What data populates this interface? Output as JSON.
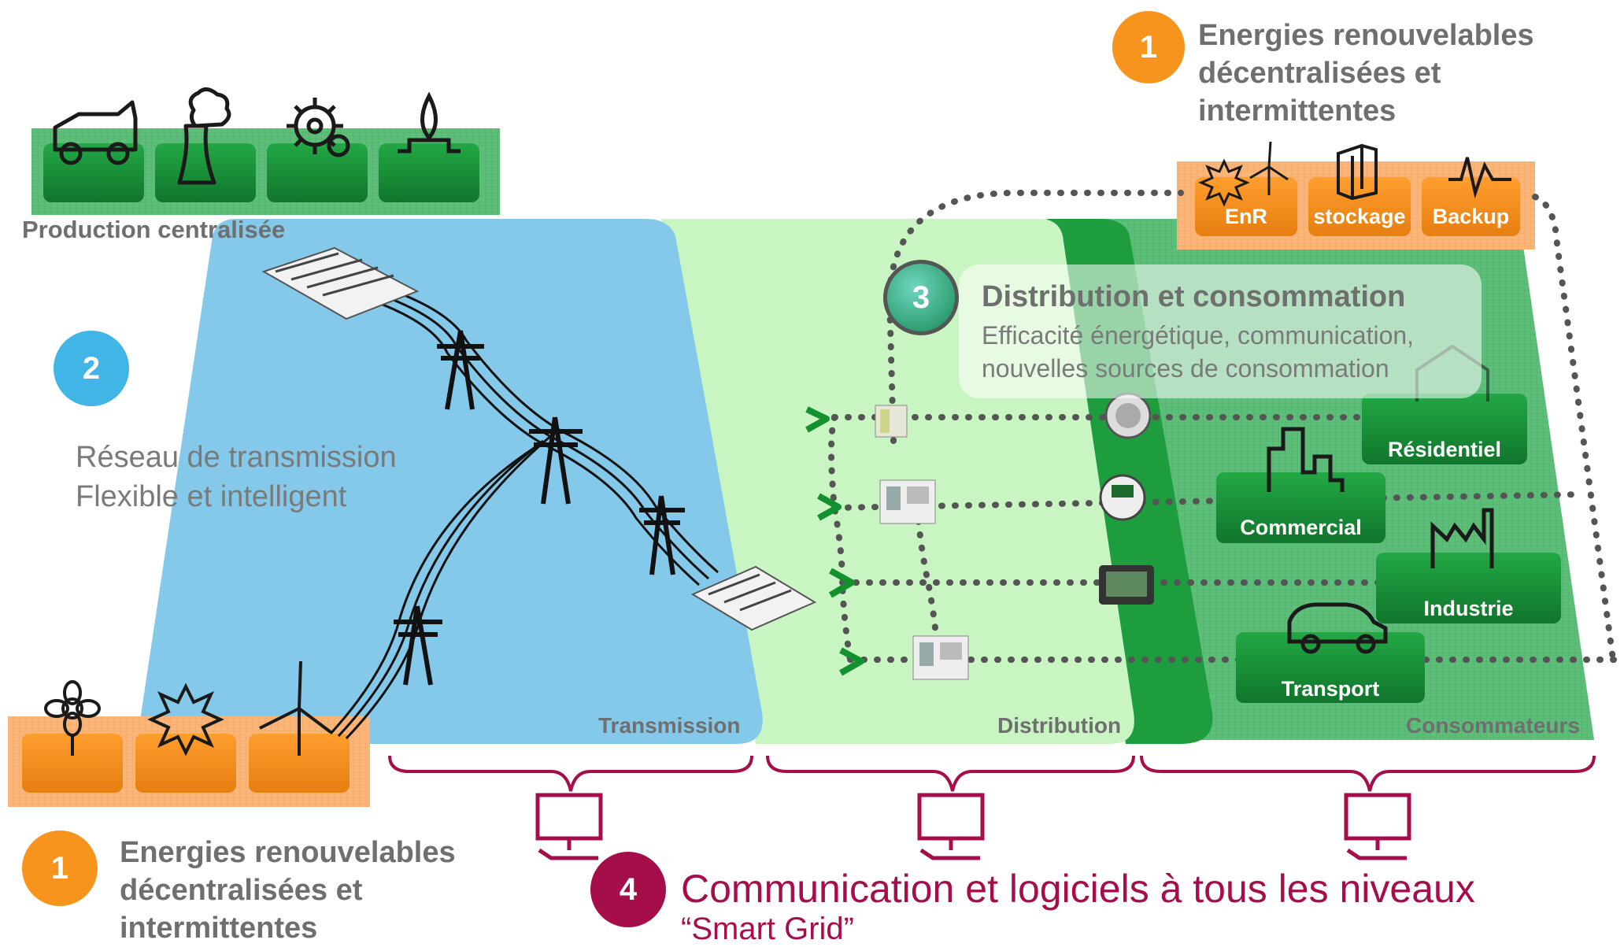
{
  "renewables_top": {
    "badge": "1",
    "lines": [
      "Energies renouvelables",
      "décentralisées et",
      "intermittentes"
    ]
  },
  "renewables_bottom": {
    "badge": "1",
    "lines": [
      "Energies renouvelables",
      "décentralisées et",
      "intermittentes"
    ]
  },
  "centralized": {
    "label": "Production centralisée"
  },
  "transmission_grid": {
    "badge": "2",
    "lines": [
      "Réseau de transmission",
      "Flexible et intelligent"
    ]
  },
  "distribution_box": {
    "badge": "3",
    "title": "Distribution et  consommation",
    "lines": [
      "Efficacité énergétique, communication,",
      "nouvelles sources de consommation"
    ]
  },
  "distributed_buttons": [
    "EnR",
    "stockage",
    "Backup"
  ],
  "consumers": [
    "Résidentiel",
    "Commercial",
    "Industrie",
    "Transport"
  ],
  "zones": [
    "Transmission",
    "Distribution",
    "Consommateurs"
  ],
  "communication": {
    "badge": "4",
    "title": "Communication et logiciels à tous les niveaux",
    "subtitle": "“Smart Grid”"
  },
  "colors": {
    "orange": "#F7941D",
    "blue_badge": "#41B6E6",
    "crimson": "#A50D4B",
    "transmission_zone": "#84C9EA",
    "distribution_zone": "#C9F5C2",
    "consumer_zone": "#5DBE7A",
    "dark_green": "#1E9D3E"
  },
  "icons": [
    "car-icon",
    "power-plant-icon",
    "gear-icon",
    "flame-icon",
    "flower-icon",
    "sun-icon",
    "wind-turbine-icon",
    "house-icon",
    "office-building-icon",
    "factory-icon",
    "electric-car-icon",
    "pylon-icon",
    "substation-icon",
    "smart-meter-icon",
    "computer-monitor-icon",
    "battery-storage-icon",
    "pulse-icon"
  ]
}
